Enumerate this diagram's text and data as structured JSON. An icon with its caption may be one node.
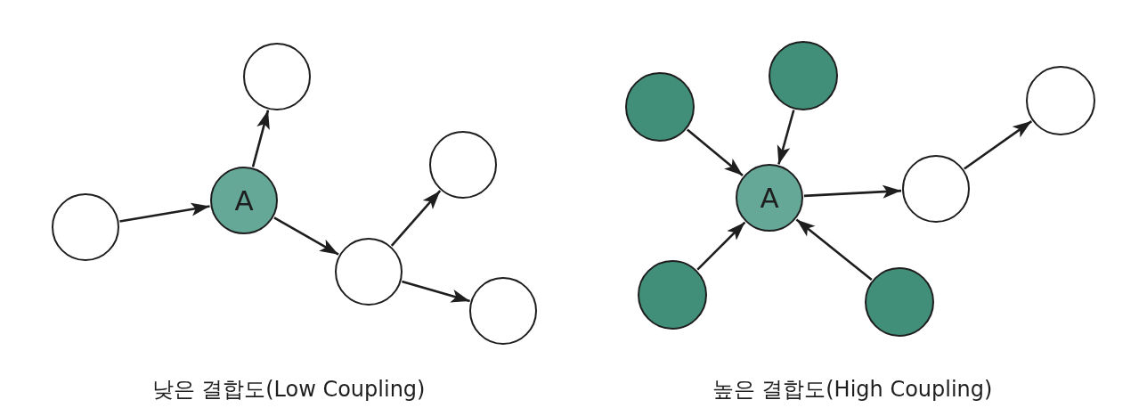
{
  "diagram": {
    "nodes": [
      {
        "text": [],
        "shape": "circle"
      },
      {
        "text": [
          "A"
        ]
      },
      {
        "text": [],
        "shape": "circle"
      },
      {
        "text": [],
        "shape": "circle"
      },
      {
        "text": [],
        "shape": "circle"
      },
      {
        "text": [],
        "shape": "circle"
      },
      {
        "text": [
          "A"
        ]
      },
      {
        "text": [],
        "shape": "circle"
      },
      {
        "text": [],
        "shape": "circle"
      },
      {
        "text": [],
        "shape": "circle"
      },
      {
        "text": [],
        "shape": "circle"
      },
      {
        "text": [],
        "shape": "circle"
      },
      {
        "text": [],
        "shape": "circle"
      }
    ],
    "edges": [
      {
        "from": 0,
        "to": 1,
        "arrow": "to"
      },
      {
        "from": 1,
        "to": 2,
        "arrow": "to"
      },
      {
        "from": 1,
        "to": 3,
        "arrow": "to"
      },
      {
        "from": 3,
        "to": 4,
        "arrow": "to"
      },
      {
        "from": 3,
        "to": 5,
        "arrow": "to"
      },
      {
        "from": 7,
        "to": 6,
        "arrow": "to"
      },
      {
        "from": 8,
        "to": 6,
        "arrow": "to"
      },
      {
        "from": 9,
        "to": 6,
        "arrow": "to"
      },
      {
        "from": 10,
        "to": 6,
        "arrow": "to"
      },
      {
        "from": 6,
        "to": 11,
        "arrow": "to"
      },
      {
        "from": 11,
        "to": 12,
        "arrow": "to"
      }
    ],
    "labels": [
      "낮은 결합도(Low Coupling)",
      "높은 결합도(High Coupling)"
    ]
  }
}
